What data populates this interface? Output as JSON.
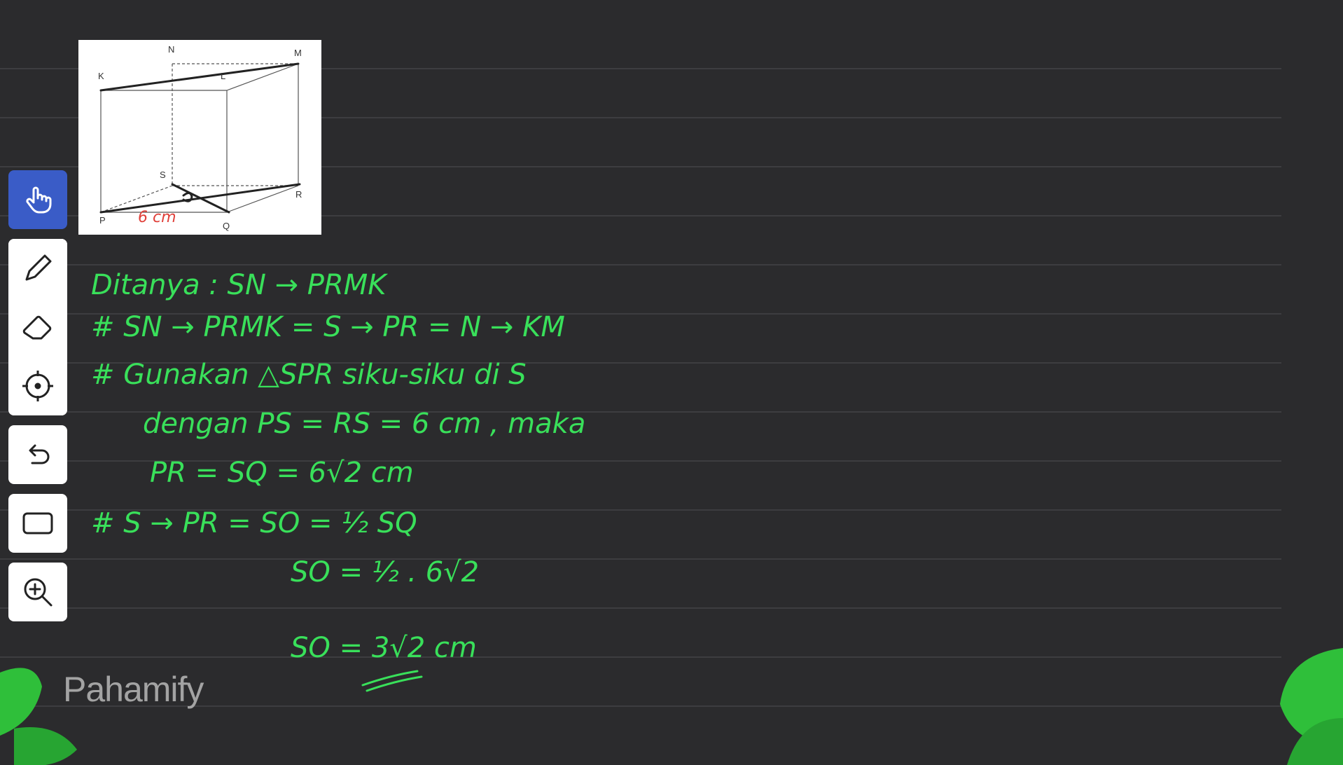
{
  "figure": {
    "vertices": {
      "N": "N",
      "M": "M",
      "K": "K",
      "L": "L",
      "S": "S",
      "R": "R",
      "P": "P",
      "Q": "Q",
      "O": "O"
    },
    "edge_label": "6 cm",
    "colors": {
      "edge_label": "#e0403a",
      "lines": "#222222"
    }
  },
  "toolbar": {
    "tools": [
      {
        "name": "hand-tool",
        "icon": "hand-icon",
        "active": true
      },
      {
        "name": "pen-tool",
        "icon": "pencil-icon"
      },
      {
        "name": "eraser-tool",
        "icon": "eraser-icon"
      },
      {
        "name": "laser-tool",
        "icon": "crosshair-icon"
      },
      {
        "name": "undo-tool",
        "icon": "undo-icon"
      },
      {
        "name": "shape-tool",
        "icon": "rectangle-icon"
      },
      {
        "name": "zoom-tool",
        "icon": "zoom-in-icon"
      }
    ]
  },
  "notes": {
    "line1": "Ditanya : SN → PRMK",
    "line2": "# SN → PRMK = S → PR = N → KM",
    "line3": "# Gunakan △SPR siku-siku di S",
    "line4": "dengan PS = RS = 6 cm , maka",
    "line5": "PR = SQ = 6√2 cm",
    "line6": "# S → PR = SO = ½ SQ",
    "line7": "SO = ½ . 6√2",
    "line8": "SO = 3√2 cm",
    "color": "#39e05a"
  },
  "brand": {
    "name": "Pahamify"
  },
  "colors": {
    "background": "#2b2b2d",
    "accent": "#3a5cc7",
    "leaf": "#2fbf3a"
  }
}
